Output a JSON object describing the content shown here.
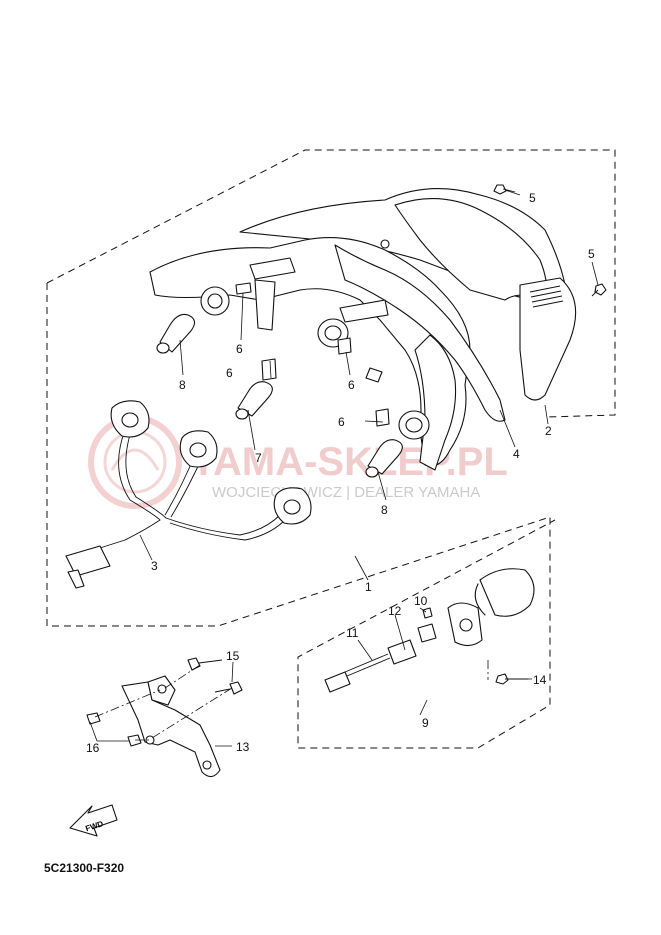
{
  "diagram": {
    "callouts": {
      "c1": "1",
      "c2": "2",
      "c3": "3",
      "c4": "4",
      "c5a": "5",
      "c5b": "5",
      "c6a": "6",
      "c6b": "6",
      "c6c": "6",
      "c6d": "6",
      "c7": "7",
      "c8a": "8",
      "c8b": "8",
      "c9": "9",
      "c10": "10",
      "c11": "11",
      "c12": "12",
      "c13": "13",
      "c14": "14",
      "c15": "15",
      "c16": "16"
    },
    "fwd_label": "FWD",
    "code": "5C21300-F320"
  },
  "watermark": {
    "title": "YAMA-SKLEP.PL",
    "subtitle": "WOJCIECHOWICZ | DEALER YAMAHA"
  }
}
